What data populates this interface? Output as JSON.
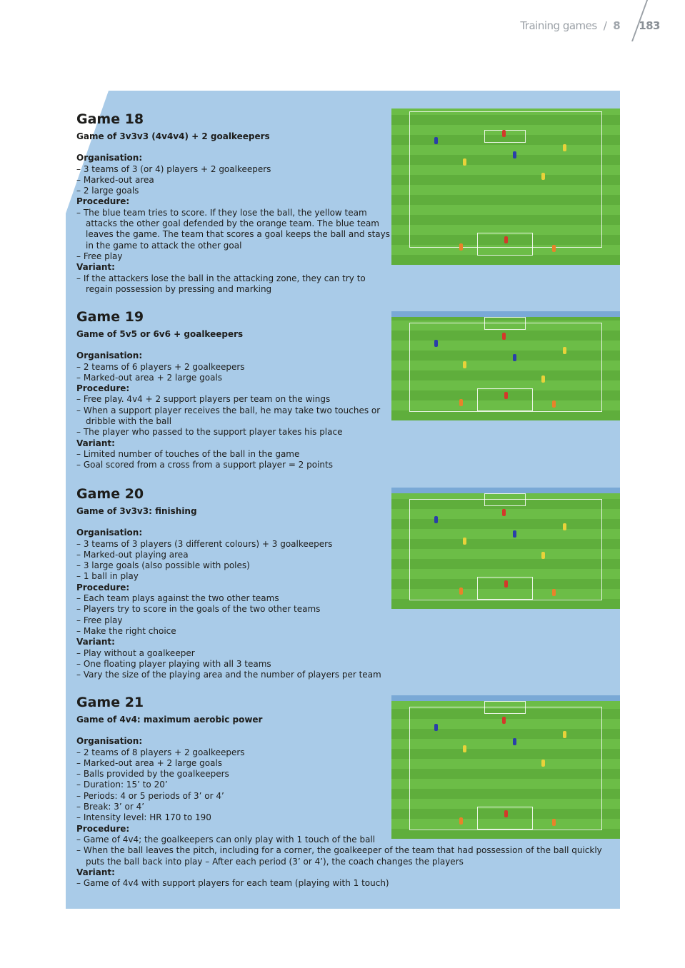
{
  "header": {
    "section": "Training games",
    "chapter": "8",
    "page": "183"
  },
  "games": [
    {
      "title": "Game 18",
      "subtitle": "Game of 3v3v3 (4v4v4) + 2 goalkeepers",
      "organisation_label": "Organisation:",
      "organisation": [
        "3 teams of 3 (or 4) players + 2 goalkeepers",
        "Marked-out area",
        "2 large goals"
      ],
      "procedure_label": "Procedure:",
      "procedure": [
        "The blue team tries to score. If they lose the ball, the yellow team attacks the other goal defended by the orange team. The blue team leaves the game. The team that scores a goal keeps the ball and stays in the game to attack the other goal",
        "Free play"
      ],
      "variant_label": "Variant:",
      "variant": [
        "If the attackers lose the ball in the attacking zone, they can try to regain possession by pressing and marking"
      ]
    },
    {
      "title": "Game 19",
      "subtitle": "Game of 5v5 or 6v6 + goalkeepers",
      "organisation_label": "Organisation:",
      "organisation": [
        "2 teams of 6 players + 2 goalkeepers",
        "Marked-out area + 2 large goals"
      ],
      "procedure_label": "Procedure:",
      "procedure": [
        "Free play. 4v4 + 2 support players per team on the wings",
        "When a support player receives the ball, he may take two touches or dribble with the ball",
        "The player who passed to the support player takes his place"
      ],
      "variant_label": "Variant:",
      "variant": [
        "Limited number of touches of the ball in the game",
        "Goal scored from a cross from a support player = 2 points"
      ]
    },
    {
      "title": "Game 20",
      "subtitle": "Game of 3v3v3: finishing",
      "organisation_label": "Organisation:",
      "organisation": [
        "3 teams of 3 players (3 different colours) + 3 goalkeepers",
        "Marked-out playing area",
        "3 large goals (also possible with poles)",
        "1 ball in play"
      ],
      "procedure_label": "Procedure:",
      "procedure": [
        "Each team plays against the two other teams",
        "Players try to score in the goals of the two other teams",
        "Free play",
        "Make the right choice"
      ],
      "variant_label": "Variant:",
      "variant": [
        "Play without a goalkeeper",
        "One floating player playing with all 3 teams",
        "Vary the size of the playing area and the number of players per team"
      ]
    },
    {
      "title": "Game 21",
      "subtitle": "Game of 4v4: maximum aerobic power",
      "organisation_label": "Organisation:",
      "organisation": [
        "2 teams of 8 players + 2 goalkeepers",
        "Marked-out area + 2 large goals",
        "Balls provided by the goalkeepers",
        "Duration: 15’ to 20’",
        "Periods: 4 or 5 periods of 3’ or 4’",
        "Break: 3’ or 4’",
        "Intensity level: HR 170 to 190"
      ],
      "procedure_label": "Procedure:",
      "procedure": [
        "Game of 4v4; the goalkeepers can only play with 1 touch of the ball",
        "When the ball leaves the pitch, including for a corner, the goalkeeper of the team that had possession of the ball quickly puts the ball back into play – After each period (3’ or 4’), the coach changes the players"
      ],
      "variant_label": "Variant:",
      "variant": [
        "Game of 4v4 with support players for each team (playing with 1 touch)"
      ]
    }
  ],
  "colors": {
    "panel": "#a9cbe8",
    "pitch": "#66b642"
  }
}
